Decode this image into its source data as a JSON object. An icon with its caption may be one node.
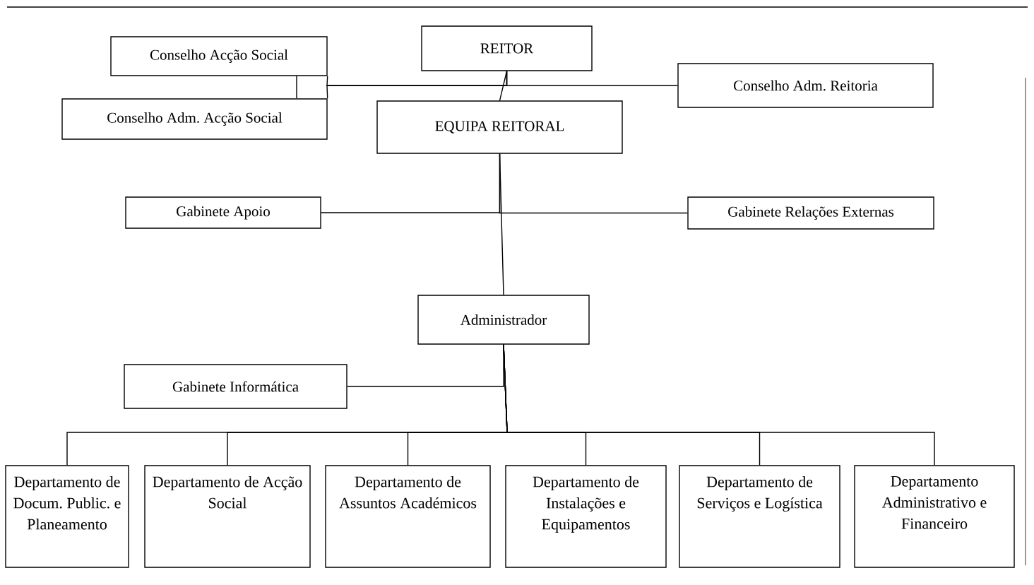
{
  "diagram": {
    "nodes": [
      {
        "text": [
          "Conselho Acção Social"
        ]
      },
      {
        "text": [
          "REITOR"
        ]
      },
      {
        "text": [
          "Conselho Adm. Reitoria"
        ]
      },
      {
        "text": [
          "Conselho Adm. Acção Social"
        ]
      },
      {
        "text": [
          "EQUIPA REITORAL"
        ]
      },
      {
        "text": [
          "Gabinete Apoio"
        ]
      },
      {
        "text": [
          "Gabinete Relações Externas"
        ]
      },
      {
        "text": [
          "Administrador"
        ]
      },
      {
        "text": [
          "Gabinete Informática"
        ]
      },
      {
        "text": [
          "Departamento de Docum. Public. e Planeamento"
        ]
      },
      {
        "text": [
          "Departamento de Acção Social"
        ]
      },
      {
        "text": [
          "Departamento de Assuntos Académicos"
        ]
      },
      {
        "text": [
          "Departamento de Instalações e Equipamentos"
        ]
      },
      {
        "text": [
          "Departamento de Serviços e Logística"
        ]
      },
      {
        "text": [
          "Departamento Administrativo e Financeiro"
        ]
      }
    ],
    "edges": [
      {
        "from": 1,
        "to": 4,
        "arrow": "none"
      },
      {
        "from": 0,
        "to": 3,
        "arrow": "none"
      },
      {
        "from": 1,
        "to": 0,
        "arrow": "none"
      },
      {
        "from": 1,
        "to": 3,
        "arrow": "none"
      },
      {
        "from": 1,
        "to": 2,
        "arrow": "none"
      },
      {
        "from": 4,
        "to": 7,
        "arrow": "none"
      },
      {
        "from": 4,
        "to": 5,
        "arrow": "none"
      },
      {
        "from": 4,
        "to": 6,
        "arrow": "none"
      },
      {
        "from": 7,
        "to": 8,
        "arrow": "none"
      },
      {
        "from": 7,
        "to": 9,
        "arrow": "none"
      },
      {
        "from": 7,
        "to": 10,
        "arrow": "none"
      },
      {
        "from": 7,
        "to": 11,
        "arrow": "none"
      },
      {
        "from": 7,
        "to": 12,
        "arrow": "none"
      },
      {
        "from": 7,
        "to": 13,
        "arrow": "none"
      },
      {
        "from": 7,
        "to": 14,
        "arrow": "none"
      }
    ]
  }
}
